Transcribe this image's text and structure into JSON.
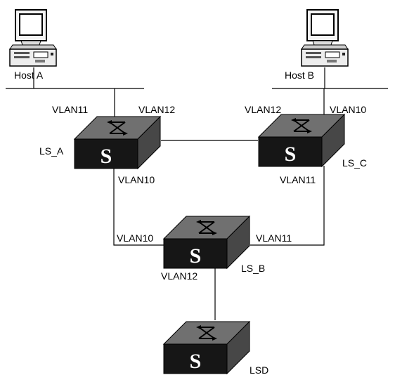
{
  "hosts": {
    "host_a": "Host A",
    "host_b": "Host B"
  },
  "switches": {
    "ls_a": {
      "name": "LS_A",
      "glyph": "S"
    },
    "ls_b": {
      "name": "LS_B",
      "glyph": "S"
    },
    "ls_c": {
      "name": "LS_C",
      "glyph": "S"
    },
    "lsd": {
      "name": "LSD",
      "glyph": "S"
    }
  },
  "vlan_labels": {
    "ls_a_top_left": "VLAN11",
    "ls_a_top_right": "VLAN12",
    "ls_a_bottom": "VLAN10",
    "ls_c_top_left": "VLAN12",
    "ls_c_top_right": "VLAN10",
    "ls_c_bottom": "VLAN11",
    "ls_b_left": "VLAN10",
    "ls_b_right": "VLAN11",
    "ls_b_bottom": "VLAN12"
  },
  "icons": [
    "computer-icon",
    "switch-icon"
  ],
  "colors": {
    "switch_body": "#1a1a1a",
    "switch_side": "#4a4a4a",
    "switch_top": "#6e6e6e",
    "line": "#000000"
  }
}
